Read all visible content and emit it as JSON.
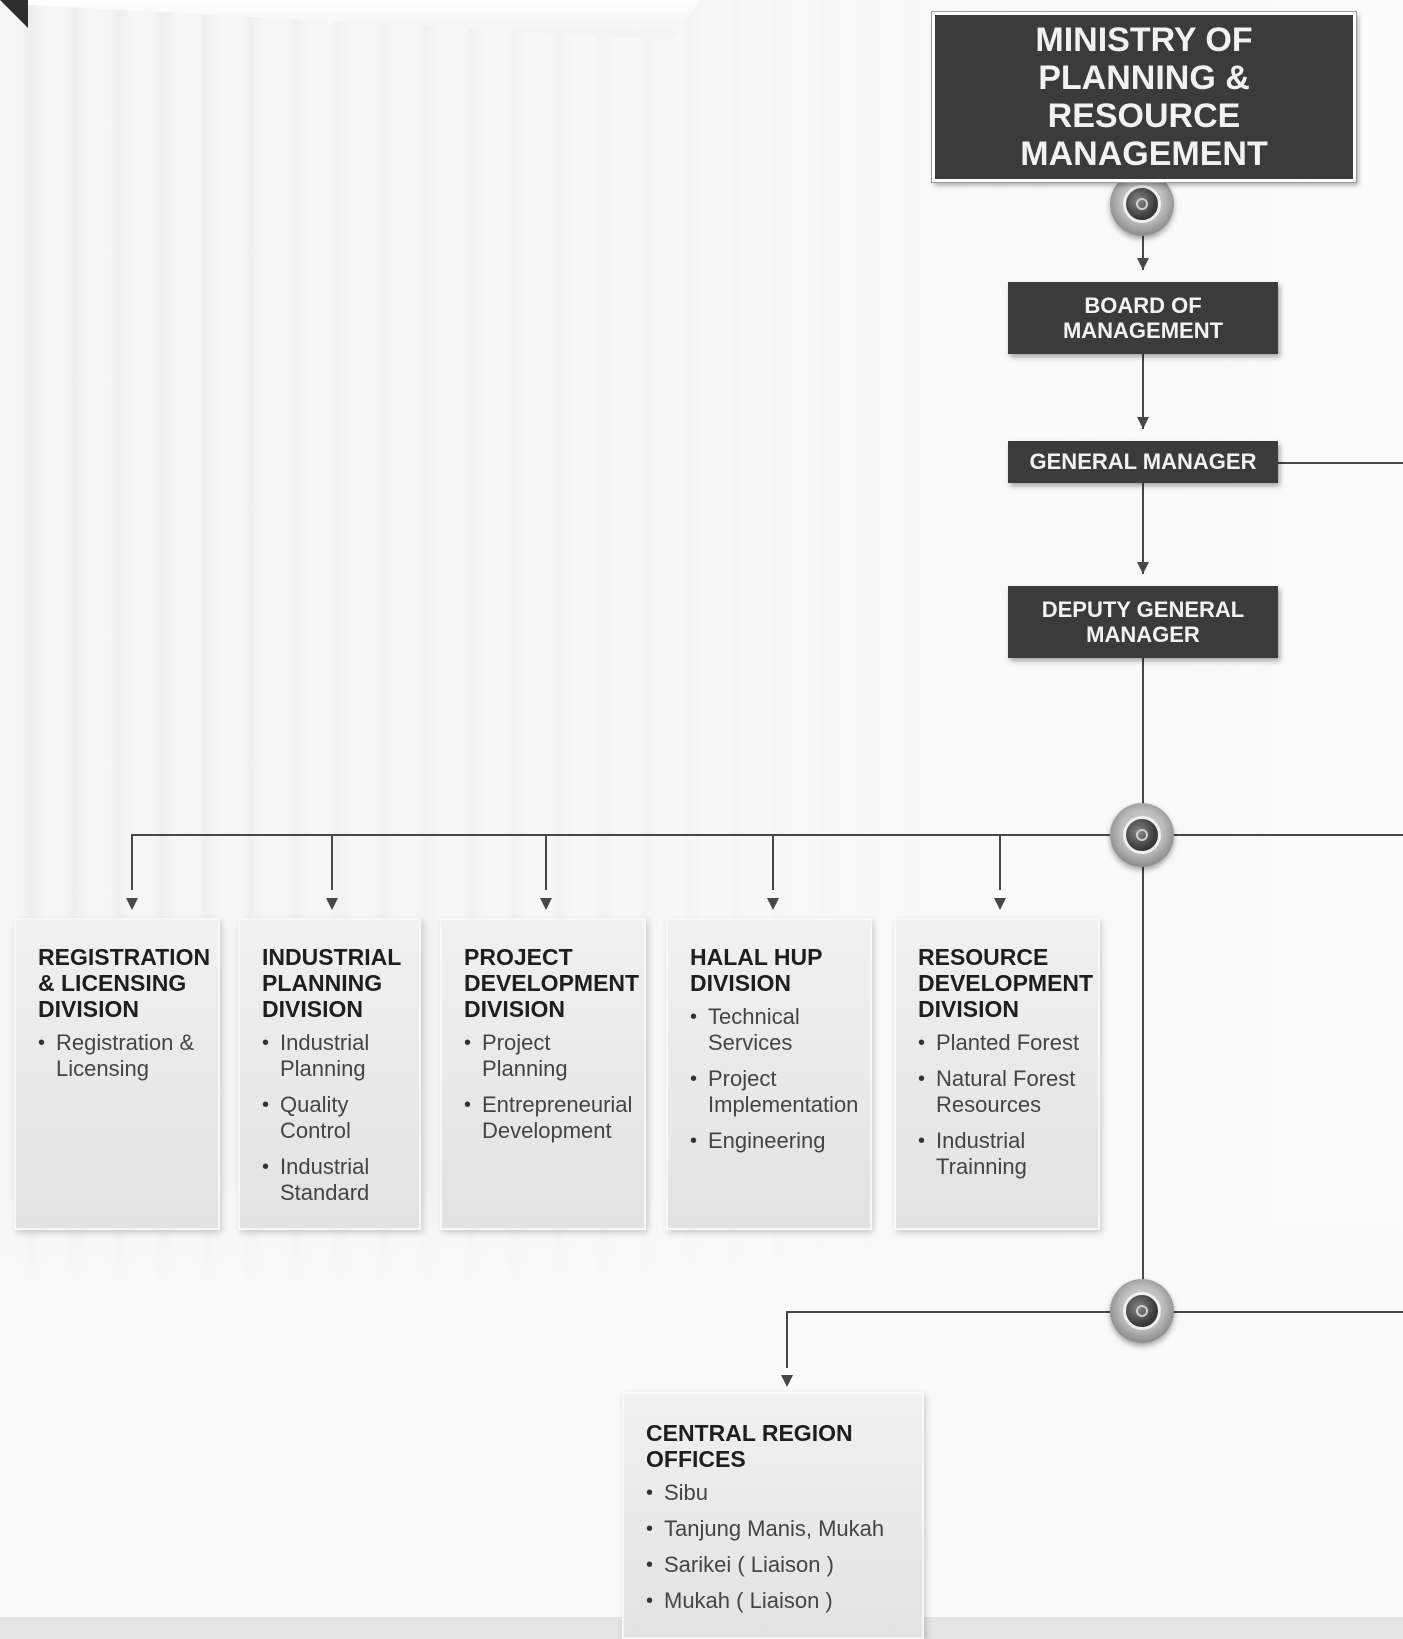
{
  "top": {
    "ministry": "MINISTRY OF PLANNING & RESOURCE MANAGEMENT",
    "board": "BOARD OF MANAGEMENT",
    "general_manager": "GENERAL MANAGER",
    "deputy_general_manager": "DEPUTY GENERAL MANAGER"
  },
  "divisions": [
    {
      "title": "REGISTRATION & LICENSING DIVISION",
      "items": [
        "Registration & Licensing"
      ]
    },
    {
      "title": "INDUSTRIAL PLANNING DIVISION",
      "items": [
        "Industrial Planning",
        "Quality Control",
        "Industrial Standard"
      ]
    },
    {
      "title": "PROJECT DEVELOPMENT DIVISION",
      "items": [
        "Project Planning",
        "Entrepreneurial Development"
      ]
    },
    {
      "title": "HALAL HUP DIVISION",
      "items": [
        "Technical Services",
        "Project Implementation",
        "Engineering"
      ]
    },
    {
      "title": "RESOURCE DEVELOPMENT DIVISION",
      "items": [
        "Planted Forest",
        "Natural Forest Resources",
        "Industrial Trainning"
      ]
    }
  ],
  "regional": {
    "title": "CENTRAL REGION OFFICES",
    "items": [
      "Sibu",
      "Tanjung Manis, Mukah",
      "Sarikei ( Liaison )",
      "Mukah ( Liaison )"
    ]
  }
}
